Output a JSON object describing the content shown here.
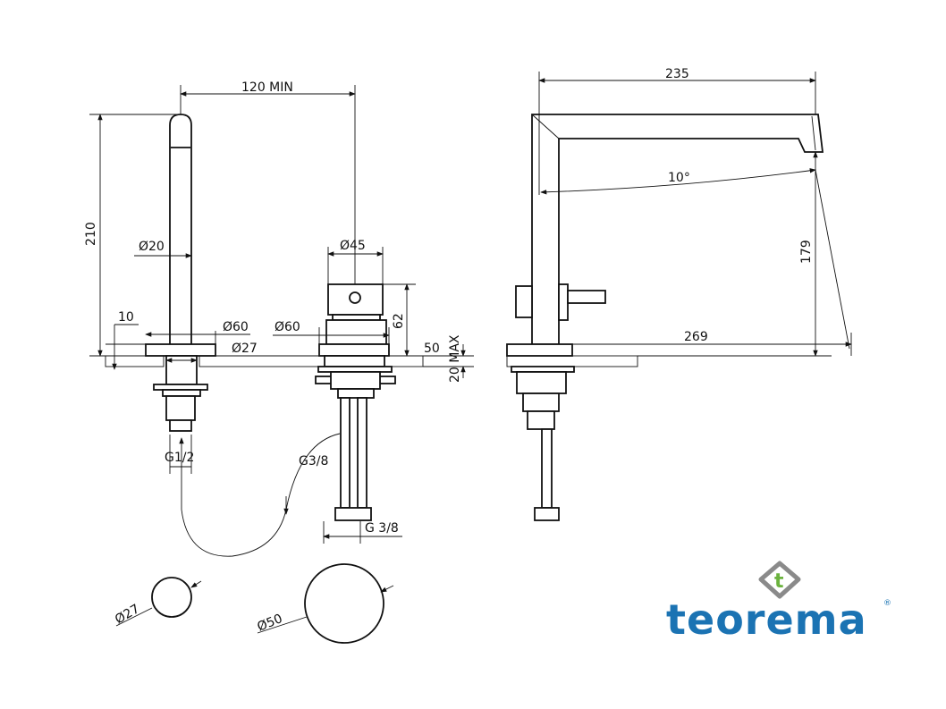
{
  "dimensions": {
    "spacing": "120 MIN",
    "spout_height": "210",
    "spout_diameter": "Ø20",
    "valve_diameter": "Ø45",
    "valve_height": "62",
    "offset": "10",
    "base_diameter_left": "Ø60",
    "base_diameter_center": "Ø60",
    "hole_diameter": "Ø27",
    "deck_max": "50",
    "deck_min": "20 MAX",
    "spout_connection": "G1/2",
    "hose_connection": "G3/8",
    "valve_connection": "G 3/8",
    "hole_small": "Ø27",
    "hole_large": "Ø50",
    "reach": "235",
    "angle": "10°",
    "outlet_height": "179",
    "projection": "269"
  },
  "logo": {
    "word": "teorema",
    "mark": "t",
    "registered": "®",
    "colors": {
      "word": "#1b73b3",
      "mark": "#6cb33f",
      "frame": "#8a8a8a"
    }
  }
}
